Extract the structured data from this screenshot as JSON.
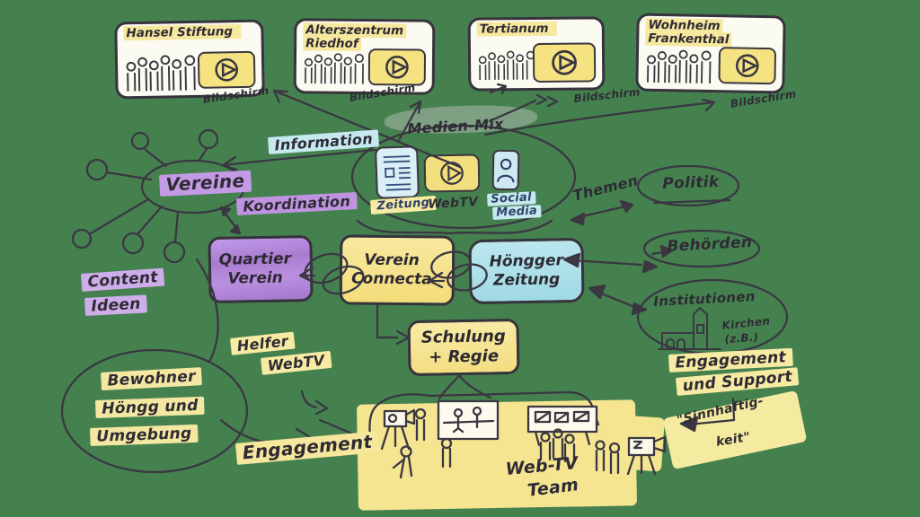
{
  "colors": {
    "background": "#45814f",
    "ink": "#37333d",
    "yellow_box": "#f5e382",
    "yellow_highlight": "#f7eaa2",
    "purple_box": "#b387d8",
    "purple_highlight": "#c49ae6",
    "cyan_box": "#a9dfe8",
    "cyan_highlight": "#c6e9f0",
    "card_white": "#fcfbf2"
  },
  "facilities": [
    {
      "line1": "Hansel Stiftung",
      "line2": "",
      "screen_label": "Bildschirm"
    },
    {
      "line1": "Alterszentrum",
      "line2": "Riedhof",
      "screen_label": "Bildschirm"
    },
    {
      "line1": "Tertianum",
      "line2": "",
      "screen_label": "Bildschirm"
    },
    {
      "line1": "Wohnheim",
      "line2": "Frankenthal",
      "screen_label": "Bildschirm"
    }
  ],
  "media_mix": {
    "title": "Medien-Mix",
    "zeitung": "Zeitung",
    "webtv": "WebTV",
    "social_1": "Social",
    "social_2": "Media"
  },
  "left": {
    "information": "Information",
    "vereine": "Vereine",
    "koordination": "Koordination",
    "content_1": "Content",
    "content_2": "Ideen"
  },
  "core": {
    "quartier_1": "Quartier",
    "quartier_2": "Verein",
    "connecta_1": "Verein",
    "connecta_2": "Connecta",
    "hoengger_1": "Höngger",
    "hoengger_2": "Zeitung"
  },
  "right": {
    "themen": "Themen",
    "politik": "Politik",
    "behoerden": "Behörden",
    "institutionen": "Institutionen",
    "kirchen": "Kirchen",
    "kirchen_note": "(z.B.)",
    "engagement_1": "Engagement",
    "engagement_2": "und Support",
    "sinn_1": "\"Sinnhaftig-",
    "sinn_2": "keit\""
  },
  "bottom": {
    "schulung_1": "Schulung",
    "schulung_2": "+ Regie",
    "helfer_1": "Helfer",
    "helfer_2": "WebTV",
    "bewohner_1": "Bewohner",
    "bewohner_2": "Höngg und",
    "bewohner_3": "Umgebung",
    "engagement": "Engagement",
    "team_1": "Web-TV",
    "team_2": "Team"
  }
}
